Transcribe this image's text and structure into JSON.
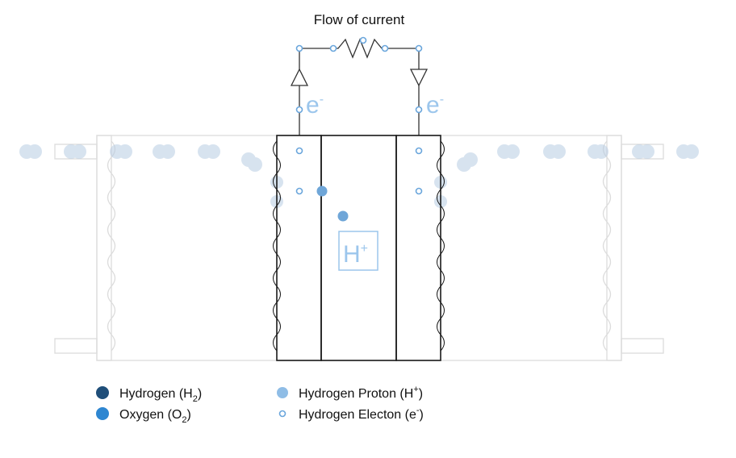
{
  "title": "Flow of current",
  "electron_label": {
    "base": "e",
    "sup": "-"
  },
  "proton_label": {
    "base": "H",
    "sup": "+"
  },
  "colors": {
    "hydrogen": "#1f4e79",
    "oxygen": "#2e86d1",
    "proton": "#8fbde6",
    "electron_ring": "#6aa6dc",
    "label_blue": "#9cc6ec",
    "outline": "#1a1a1a",
    "faint_outline": "#d9d9d9"
  },
  "legend": [
    {
      "key": "hydrogen",
      "marker": "filled-dark",
      "pre": "Hydrogen (H",
      "sub": "2",
      "sup": "",
      "post": ")"
    },
    {
      "key": "oxygen",
      "marker": "filled-blue",
      "pre": "Oxygen (O",
      "sub": "2",
      "sup": "",
      "post": ")"
    },
    {
      "key": "proton",
      "marker": "filled-light",
      "pre": "Hydrogen Proton (H",
      "sub": "",
      "sup": "+",
      "post": ")"
    },
    {
      "key": "electron",
      "marker": "ring",
      "pre": "Hydrogen Electon (e",
      "sub": "",
      "sup": "-",
      "post": ")"
    }
  ]
}
